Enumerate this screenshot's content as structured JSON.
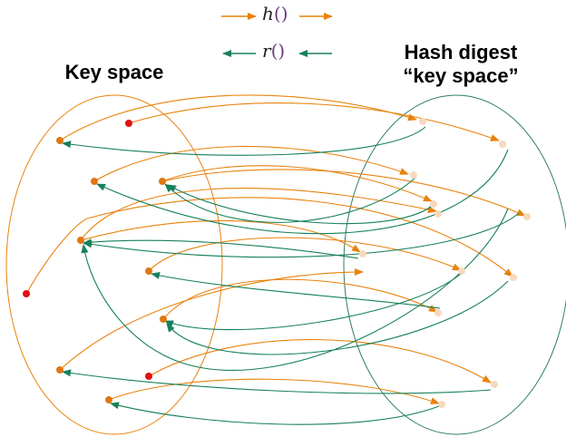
{
  "labels": {
    "key_space": "Key space",
    "hash_digest_line1": "Hash digest",
    "hash_digest_line2": "“key space”"
  },
  "legend": {
    "h": {
      "fn": "h",
      "args": "()",
      "color": "#e8820c"
    },
    "r": {
      "fn": "r",
      "args": "()",
      "color": "#17805a"
    }
  },
  "colors": {
    "h_arrow": "#e8820c",
    "r_arrow": "#17805a",
    "key_ellipse": "#e8820c",
    "digest_ellipse": "#2e7d63",
    "key_point": "#e07810",
    "unmapped_key_point": "#e01010",
    "digest_point": "#f8d9bd"
  }
}
